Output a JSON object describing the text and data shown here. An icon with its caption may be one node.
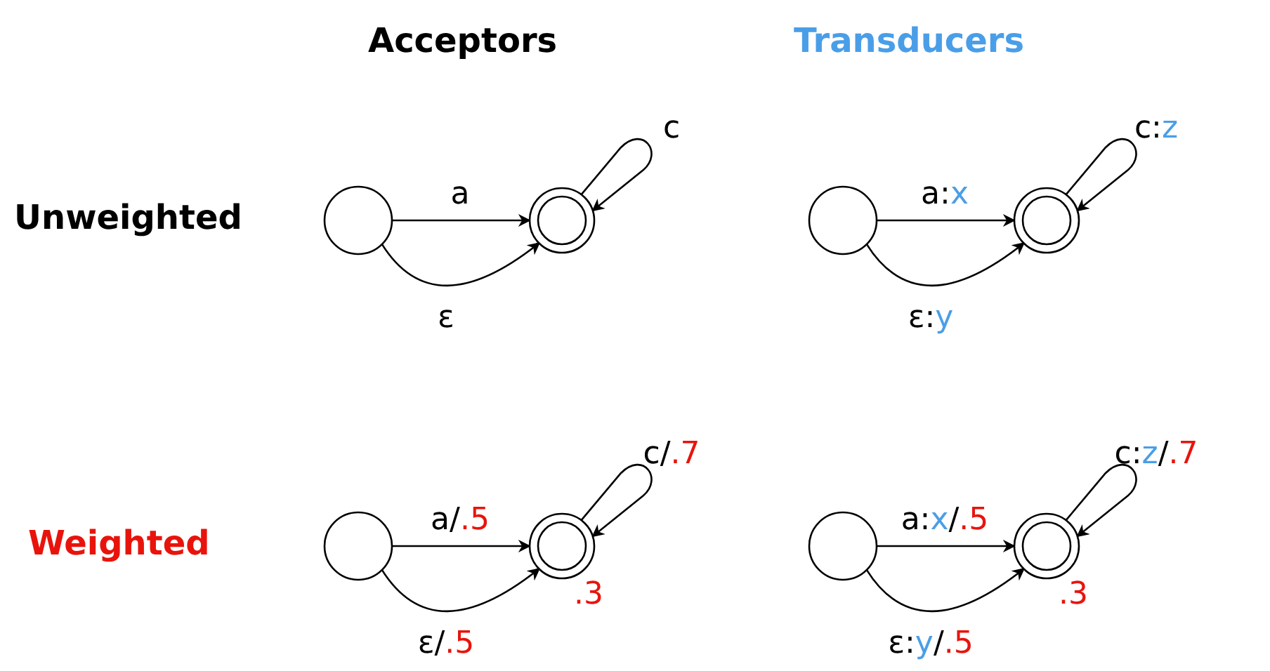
{
  "diagram": {
    "nodes": [
      {
        "text": [],
        "shape": "circle"
      },
      {
        "text": [],
        "shape": "circle"
      },
      {
        "text": [],
        "shape": "circle"
      },
      {
        "text": [],
        "shape": "circle"
      },
      {
        "text": [],
        "shape": "circle"
      },
      {
        "text": [],
        "shape": "circle",
        "beside": [
          ".3"
        ]
      },
      {
        "text": [],
        "shape": "circle"
      },
      {
        "text": [],
        "shape": "circle",
        "beside": [
          ".3"
        ]
      }
    ],
    "edges": [
      {
        "from": 0,
        "to": 1,
        "arrow": "to",
        "label": "a"
      },
      {
        "from": 0,
        "to": 1,
        "arrow": "to",
        "label": "ε"
      },
      {
        "from": 1,
        "to": 1,
        "arrow": "to",
        "label": "c"
      },
      {
        "from": 2,
        "to": 3,
        "arrow": "to",
        "label": "a:x"
      },
      {
        "from": 2,
        "to": 3,
        "arrow": "to",
        "label": "ε:y"
      },
      {
        "from": 3,
        "to": 3,
        "arrow": "to",
        "label": "c:z"
      },
      {
        "from": 4,
        "to": 5,
        "arrow": "to",
        "label": "a/.5"
      },
      {
        "from": 4,
        "to": 5,
        "arrow": "to",
        "label": "ε/.5"
      },
      {
        "from": 5,
        "to": 5,
        "arrow": "to",
        "label": "c/.7"
      },
      {
        "from": 6,
        "to": 7,
        "arrow": "to",
        "label": "a:x/.5"
      },
      {
        "from": 6,
        "to": 7,
        "arrow": "to",
        "label": "ε:y/.5"
      },
      {
        "from": 7,
        "to": 7,
        "arrow": "to",
        "label": "c:z/.7"
      }
    ],
    "labels": [
      "Acceptors",
      "Transducers",
      "Unweighted",
      "Weighted"
    ]
  }
}
